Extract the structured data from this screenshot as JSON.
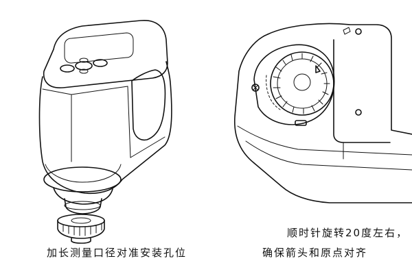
{
  "figure_left": {
    "caption": "加长测量口径对准安装孔位",
    "device_icon": "colorimeter-device-illustration",
    "part_icon": "extension-aperture-ring-illustration"
  },
  "figure_right": {
    "caption_line1": "顺时针旋转20度左右，",
    "caption_line2": "确保箭头和原点对齐",
    "device_icon": "colorimeter-bottom-closeup-illustration"
  }
}
